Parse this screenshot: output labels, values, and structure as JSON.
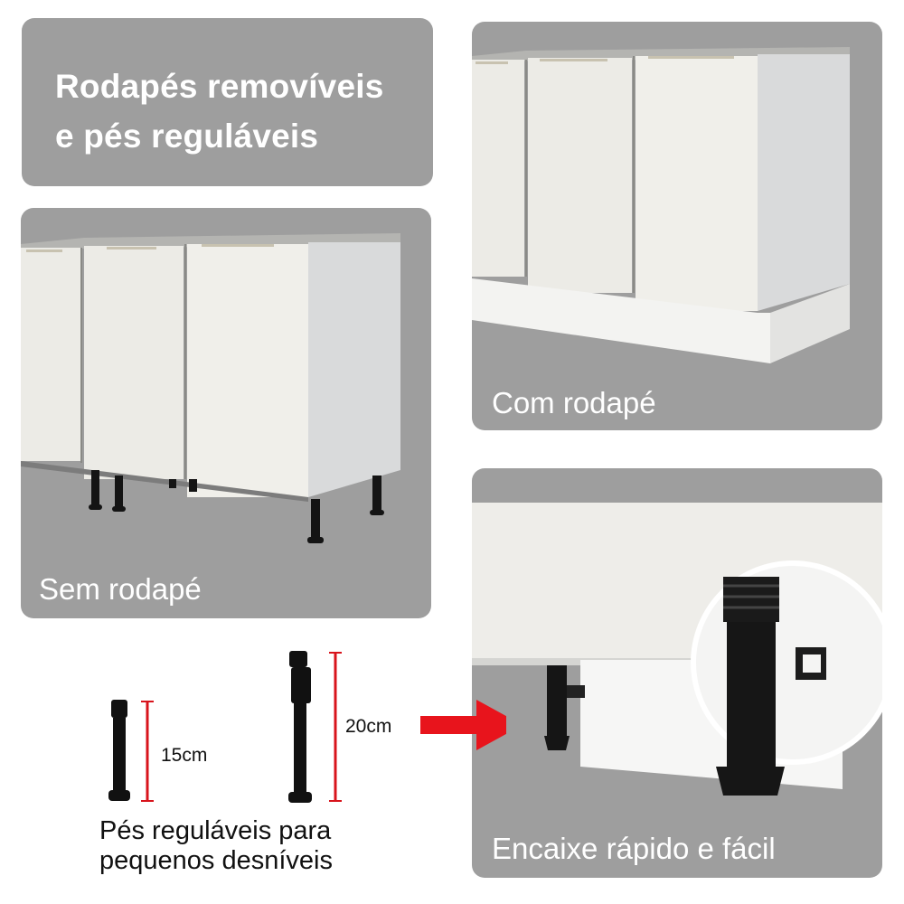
{
  "header": {
    "title_line1": "Rodapés removíveis",
    "title_line2": "e pés reguláveis"
  },
  "panels": {
    "sem_rodape": {
      "caption": "Sem rodapé"
    },
    "com_rodape": {
      "caption": "Com rodapé"
    },
    "encaixe": {
      "caption": "Encaixe rápido e fácil"
    }
  },
  "feet": {
    "short_label": "15cm",
    "tall_label": "20cm",
    "caption_line1": "Pés reguláveis para",
    "caption_line2": "pequenos desníveis"
  },
  "colors": {
    "panel_gray": "#9e9e9e",
    "cabinet_white": "#eceae5",
    "countertop": "#b4b4b1",
    "foot_black": "#141414",
    "arrow_red": "#e8141c",
    "dimension_red": "#d8141c"
  }
}
